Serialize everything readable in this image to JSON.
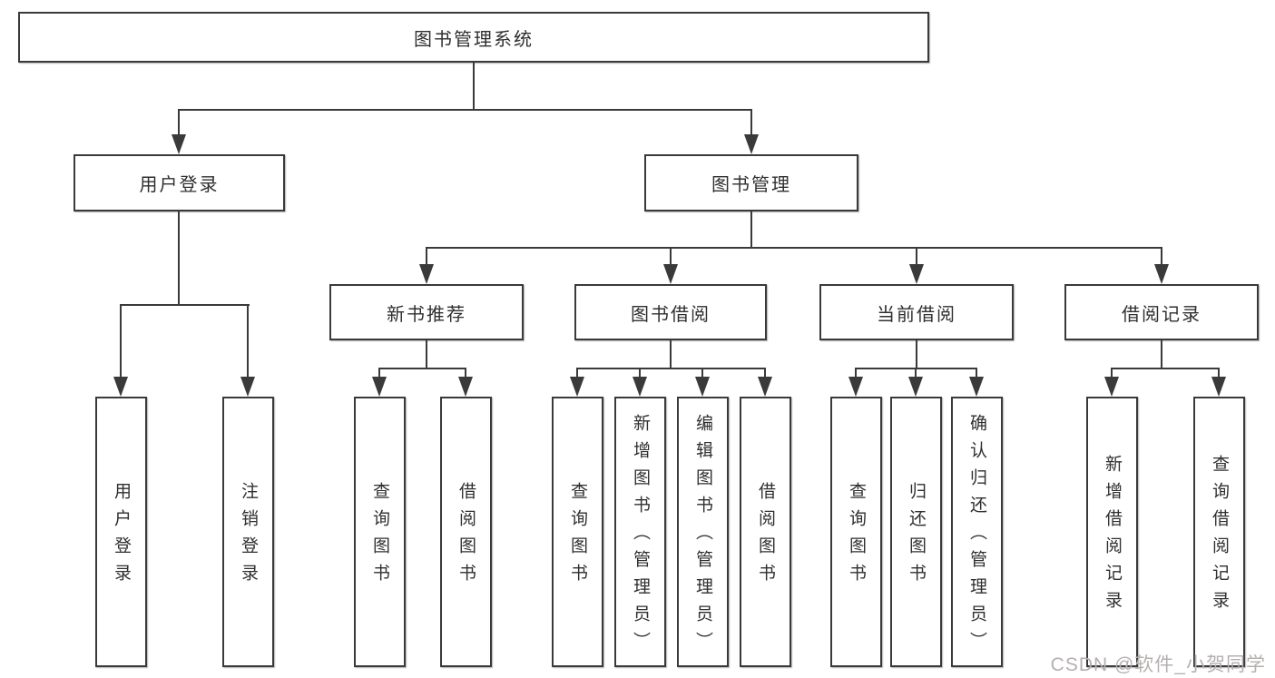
{
  "diagram": {
    "title_note": "functional structure chart",
    "root": {
      "label": "图书管理系统"
    },
    "branches": [
      {
        "label": "用户登录",
        "leaves": [
          {
            "label": "用户登录"
          },
          {
            "label": "注销登录"
          }
        ]
      },
      {
        "label": "图书管理",
        "groups": [
          {
            "label": "新书推荐",
            "leaves": [
              {
                "label": "查询图书"
              },
              {
                "label": "借阅图书"
              }
            ]
          },
          {
            "label": "图书借阅",
            "leaves": [
              {
                "label": "查询图书"
              },
              {
                "label": "新增图书（管理员）"
              },
              {
                "label": "编辑图书（管理员）"
              },
              {
                "label": "借阅图书"
              }
            ]
          },
          {
            "label": "当前借阅",
            "leaves": [
              {
                "label": "查询图书"
              },
              {
                "label": "归还图书"
              },
              {
                "label": "确认归还（管理员）"
              }
            ]
          },
          {
            "label": "借阅记录",
            "leaves": [
              {
                "label": "新增借阅记录"
              },
              {
                "label": "查询借阅记录"
              }
            ]
          }
        ]
      }
    ]
  },
  "watermark": {
    "text": "CSDN @软件_小贺同学"
  },
  "colors": {
    "line": "#3a3a3a",
    "border": "#3a3a3a",
    "text": "#2f2f2f",
    "background": "#ffffff",
    "watermark": "#b5b0b0"
  }
}
